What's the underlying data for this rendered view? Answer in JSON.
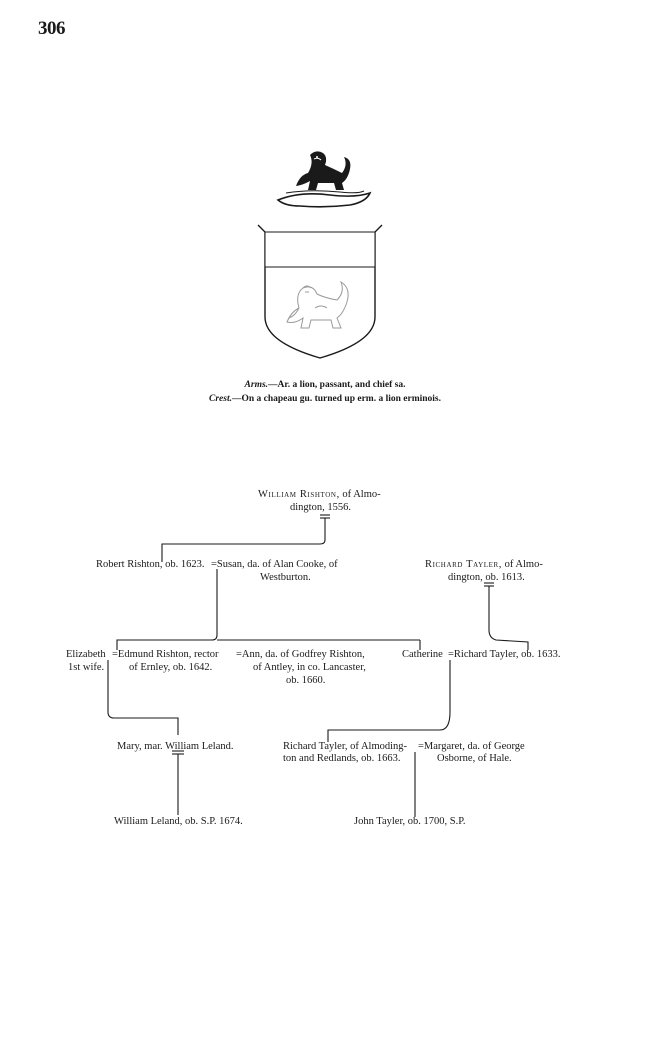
{
  "page": {
    "number": "306"
  },
  "heraldry": {
    "arms_label": "Arms.",
    "arms_text": "—Ar. a lion, passant, and chief sa.",
    "crest_label": "Crest.",
    "crest_text": "—On a chapeau gu. turned up erm. a lion erminois."
  },
  "pedigree": {
    "william_rishton": {
      "name": "William Rishton,",
      "line1_rest": " of Almo-",
      "line2": "dington, 1556."
    },
    "robert_rishton": "Robert Rishton, ob. 1623.",
    "susan_cooke": {
      "line1": "=Susan, da. of Alan Cooke, of",
      "line2": "Westburton."
    },
    "richard_tayler_sr": {
      "name": "Richard Tayler,",
      "line1_rest": " of Almo-",
      "line2": "dington, ob. 1613."
    },
    "elizabeth": {
      "line1": "Elizabeth",
      "line2": "1st wife."
    },
    "edmund_rishton": {
      "line1": "=Edmund Rishton, rector",
      "line2": "of Ernley, ob. 1642."
    },
    "ann_rishton": {
      "line1": "=Ann, da. of Godfrey Rishton,",
      "line2": "of Antley, in co. Lancaster,",
      "line3": "ob. 1660."
    },
    "catherine": "Catherine",
    "richard_tayler_ob1633": "=Richard Tayler, ob. 1633.",
    "mary_leland": "Mary, mar. William Leland.",
    "richard_tayler_jr": {
      "line1": "Richard Tayler, of Almoding-",
      "line2": "ton and Redlands, ob. 1663."
    },
    "margaret_osborne": {
      "line1": "=Margaret, da. of George",
      "line2": "Osborne, of Hale."
    },
    "william_leland": "William Leland, ob. S.P. 1674.",
    "john_tayler": "John Tayler, ob. 1700, S.P."
  },
  "colors": {
    "ink": "#1a1a1a",
    "paper": "#ffffff",
    "shield_fill": "#f3f3f3",
    "tint": "#9a9a9a"
  }
}
